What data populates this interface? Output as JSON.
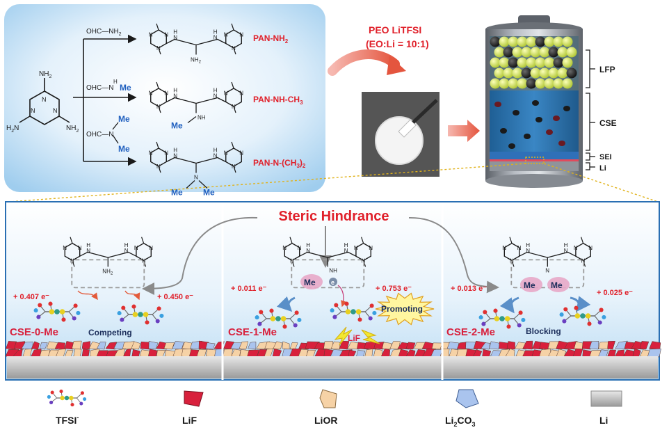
{
  "synthesis": {
    "reagents": {
      "amine": "NH",
      "amine_sub": "2",
      "reagent1": "OHC—NH",
      "reagent1_sub": "2",
      "reagent2": "OHC—N",
      "reagent2_h": "H",
      "reagent2_me": "Me",
      "reagent3": "OHC—N",
      "reagent3_me1": "Me",
      "reagent3_me2": "Me"
    },
    "melamine": {
      "nh2_top": "NH",
      "nh2_sub": "2",
      "n": "N",
      "h2n": "H",
      "h2n_sub": "2",
      "h2n_tail": "N"
    },
    "products": [
      {
        "name_main": "PAN-NH",
        "name_sub": "2",
        "name_tail": "",
        "pendant": "NH",
        "pendant_sub": "2"
      },
      {
        "name_main": "PAN-NH-CH",
        "name_sub": "3",
        "name_tail": "",
        "pendant": "NH",
        "pendant_me": "Me"
      },
      {
        "name_main": "PAN-N-(CH",
        "name_sub": "3",
        "name_tail": ")",
        "name_sub2": "2",
        "pendant": "N",
        "pendant_me1": "Me",
        "pendant_me2": "Me"
      }
    ],
    "h_label": "H",
    "n_label": "N"
  },
  "membrane": {
    "line1": "PEO    LiTFSI",
    "line2": "(EO:Li = 10:1)"
  },
  "battery": {
    "layers": [
      "LFP",
      "CSE",
      "SEI",
      "Li"
    ]
  },
  "panel": {
    "title": "Steric Hindrance",
    "columns": [
      {
        "label": "CSE-0-Me",
        "charge_left": "+ 0.407 e⁻",
        "charge_right": "+ 0.450 e⁻",
        "action": "Competing"
      },
      {
        "label": "CSE-1-Me",
        "charge_left": "+ 0.011 e⁻",
        "charge_right": "+ 0.753 e⁻",
        "action": "Promoting",
        "product": "LiF",
        "me": "Me",
        "electron": "e"
      },
      {
        "label": "CSE-2-Me",
        "charge_left": "+ 0.013 e⁻",
        "charge_right": "+ 0.025 e⁻",
        "action": "Blocking",
        "me1": "Me",
        "me2": "Me"
      }
    ]
  },
  "legend": [
    {
      "label": "TFSI",
      "sup": "-"
    },
    {
      "label": "LiF"
    },
    {
      "label": "LiOR"
    },
    {
      "label": "Li",
      "sub": "2",
      "tail": "CO",
      "sub2": "3"
    },
    {
      "label": "Li"
    }
  ],
  "colors": {
    "accent_red": "#e0202a",
    "me_blue": "#1f5fbf",
    "lif_red": "#d8203c",
    "lior_beige": "#f6d2a6",
    "li2co3_blue": "#aac4ee",
    "li_gray": "#c9c9c9",
    "panel_border": "#2a6fb3"
  }
}
